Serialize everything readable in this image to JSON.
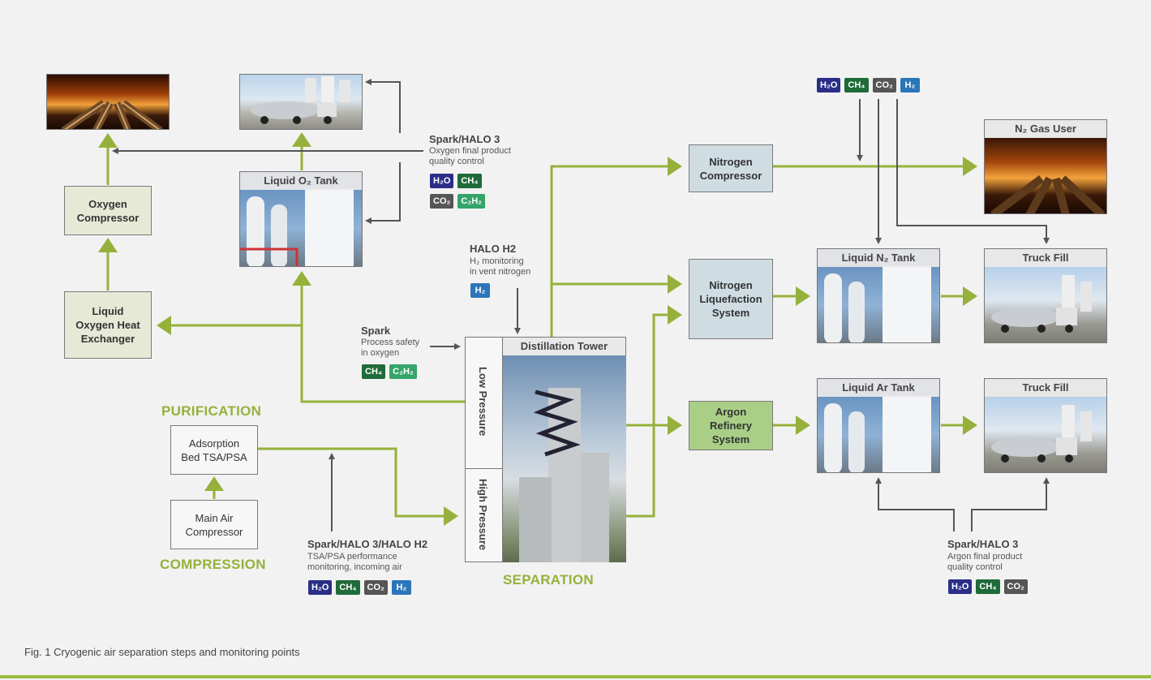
{
  "colors": {
    "flow": "#96b13b",
    "monitor": "#555555",
    "h2o": "#2b2e87",
    "ch4": "#1f6b3a",
    "co2": "#555555",
    "h2": "#2a76b8",
    "c2h2": "#34a56a"
  },
  "stages": {
    "purification": "PURIFICATION",
    "compression": "COMPRESSION",
    "separation": "SEPARATION"
  },
  "boxes": {
    "oxygen_compressor": "Oxygen\nCompressor",
    "lox_exchanger": "Liquid\nOxygen Heat\nExchanger",
    "adsorption_bed": "Adsorption\nBed TSA/PSA",
    "main_air_compressor": "Main Air\nCompressor",
    "nitrogen_compressor": "Nitrogen\nCompressor",
    "nitrogen_liquefaction": "Nitrogen\nLiquefaction\nSystem",
    "argon_refinery": "Argon\nRefinery\nSystem"
  },
  "photos": {
    "liquid_o2_tank": "Liquid O₂ Tank",
    "n2_gas_user": "N₂ Gas User",
    "liquid_n2_tank": "Liquid N₂ Tank",
    "truck_fill_n2": "Truck Fill",
    "liquid_ar_tank": "Liquid Ar Tank",
    "truck_fill_ar": "Truck Fill",
    "distillation_tower": "Distillation Tower",
    "low_pressure": "Low Pressure",
    "high_pressure": "High Pressure"
  },
  "monitors": {
    "o2_final": {
      "title": "Spark/HALO 3",
      "desc": "Oxygen final product\nquality control",
      "badges": [
        "H₂O",
        "CH₄",
        "CO₂",
        "C₂H₂"
      ]
    },
    "halo_h2": {
      "title": "HALO H2",
      "desc": "H₂ monitoring\nin vent nitrogen",
      "badges": [
        "H₂"
      ]
    },
    "spark": {
      "title": "Spark",
      "desc": "Process safety\nin oxygen",
      "badges": [
        "CH₄",
        "C₂H₂"
      ]
    },
    "tsa_psa": {
      "title": "Spark/HALO 3/HALO H2",
      "desc": "TSA/PSA performance\nmonitoring, incoming air",
      "badges": [
        "H₂O",
        "CH₄",
        "CO₂",
        "H₂"
      ]
    },
    "argon_final": {
      "title": "Spark/HALO 3",
      "desc": "Argon final product\nquality control",
      "badges": [
        "H₂O",
        "CH₄",
        "CO₂"
      ]
    },
    "n2_top": {
      "badges": [
        "H₂O",
        "CH₄",
        "CO₂",
        "H₂"
      ]
    }
  },
  "caption": "Fig. 1 Cryogenic air separation steps and monitoring points"
}
